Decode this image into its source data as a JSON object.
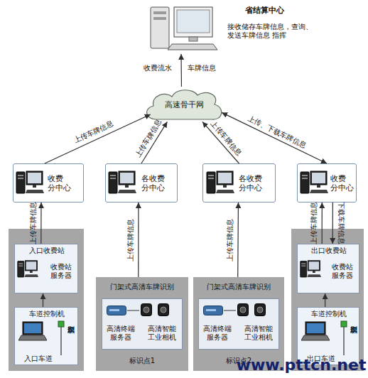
{
  "diagram": {
    "nodes": [
      {
        "text": [
          "省结算中心",
          "接收储存车牌信息，查询、 发送车牌信息 指挥"
        ]
      },
      {
        "text": [
          "高速骨干网"
        ]
      },
      {
        "text": [
          "收费 分中心"
        ]
      },
      {
        "text": [
          "各收费 分中心"
        ]
      },
      {
        "text": [
          "各收费 分中心"
        ]
      },
      {
        "text": [
          "收费 分中心"
        ]
      },
      {
        "text": [
          "入口收费站",
          "收费站服务器"
        ]
      },
      {
        "text": [
          "门架式高清车牌识别",
          "标识点1"
        ]
      },
      {
        "text": [
          "高清终端 服务器",
          "高清智能 工业相机"
        ],
        "in": 7
      },
      {
        "text": [
          "门架式高清车牌识别",
          "标识点2"
        ]
      },
      {
        "text": [
          "高清终端 服务器",
          "高清智能 工业相机"
        ],
        "in": 9
      },
      {
        "text": [
          "出口收费站",
          "收费站服务器"
        ]
      },
      {
        "text": [
          "车道控制机",
          "车牌识别",
          "入口车道"
        ]
      },
      {
        "text": [
          "车道控制机",
          "车牌识别",
          "出口车道"
        ]
      }
    ],
    "edges": [
      {
        "from": 1,
        "to": 0,
        "arrow": "to",
        "label": "车牌信息"
      },
      {
        "from": 2,
        "to": 1,
        "arrow": "to",
        "label": "上传车牌信息"
      },
      {
        "from": 3,
        "to": 1,
        "arrow": "to",
        "label": "上传车牌信息"
      },
      {
        "from": 4,
        "to": 1,
        "arrow": "to",
        "label": "上传车牌信息"
      },
      {
        "from": 5,
        "to": 1,
        "arrow": "both",
        "label": "上传、下载车牌信息"
      },
      {
        "from": 6,
        "to": 2,
        "arrow": "to",
        "label": "上传车牌信息"
      },
      {
        "from": 7,
        "to": 3,
        "arrow": "to",
        "label": "上传车牌信息"
      },
      {
        "from": 9,
        "to": 4,
        "arrow": "to",
        "label": "上传车牌信息"
      },
      {
        "from": 11,
        "to": 5,
        "arrow": "to",
        "label": "上传车牌信息"
      },
      {
        "from": 5,
        "to": 11,
        "arrow": "to",
        "label": "下载车牌信息"
      },
      {
        "from": 12,
        "to": 6,
        "arrow": "to"
      },
      {
        "from": 13,
        "to": 11,
        "arrow": "to"
      }
    ],
    "labels": [
      "收费流水",
      "www.pttcn.net"
    ]
  }
}
